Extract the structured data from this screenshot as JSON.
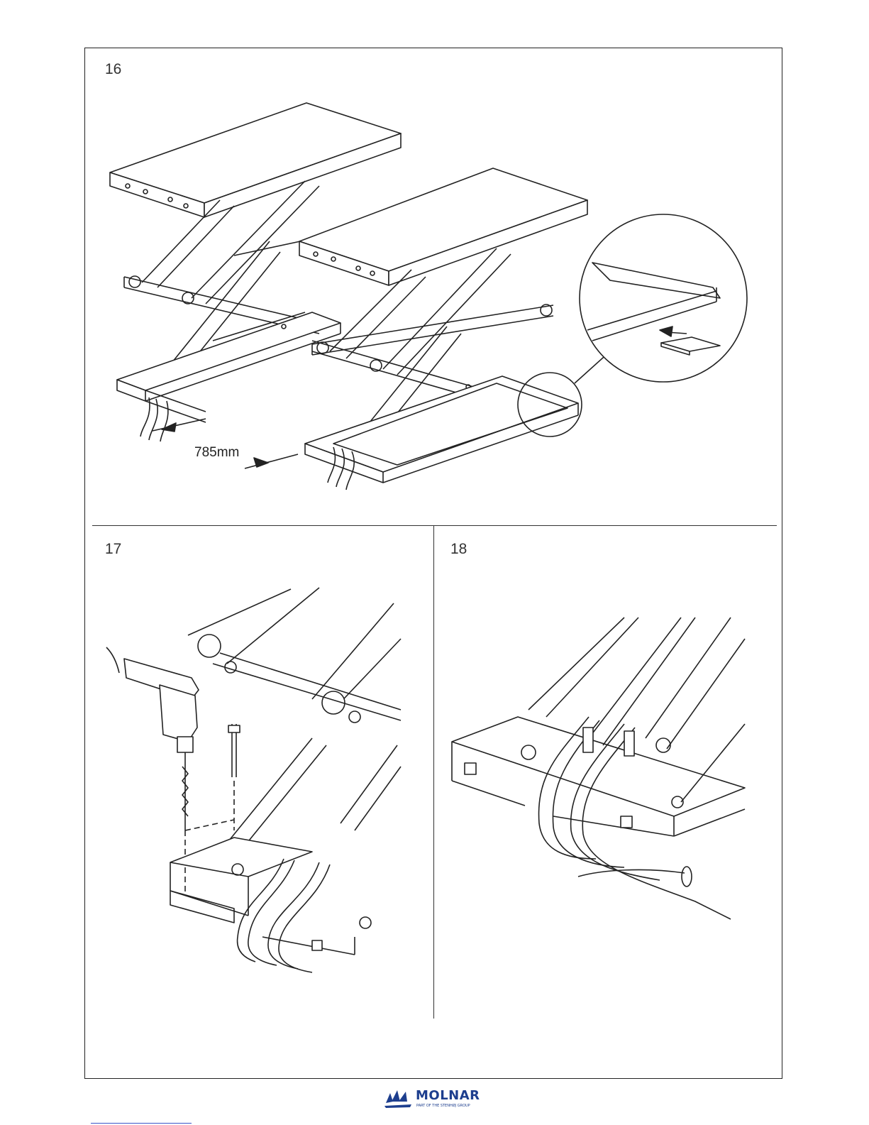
{
  "steps": {
    "step16": "16",
    "step17": "17",
    "step18": "18"
  },
  "figure16": {
    "dimension_label": "785mm"
  },
  "footer": {
    "logo_name": "MOLNAR",
    "logo_tagline": "PART OF THE STENHØJ GROUP",
    "brand_color": "#1d3e8e"
  }
}
